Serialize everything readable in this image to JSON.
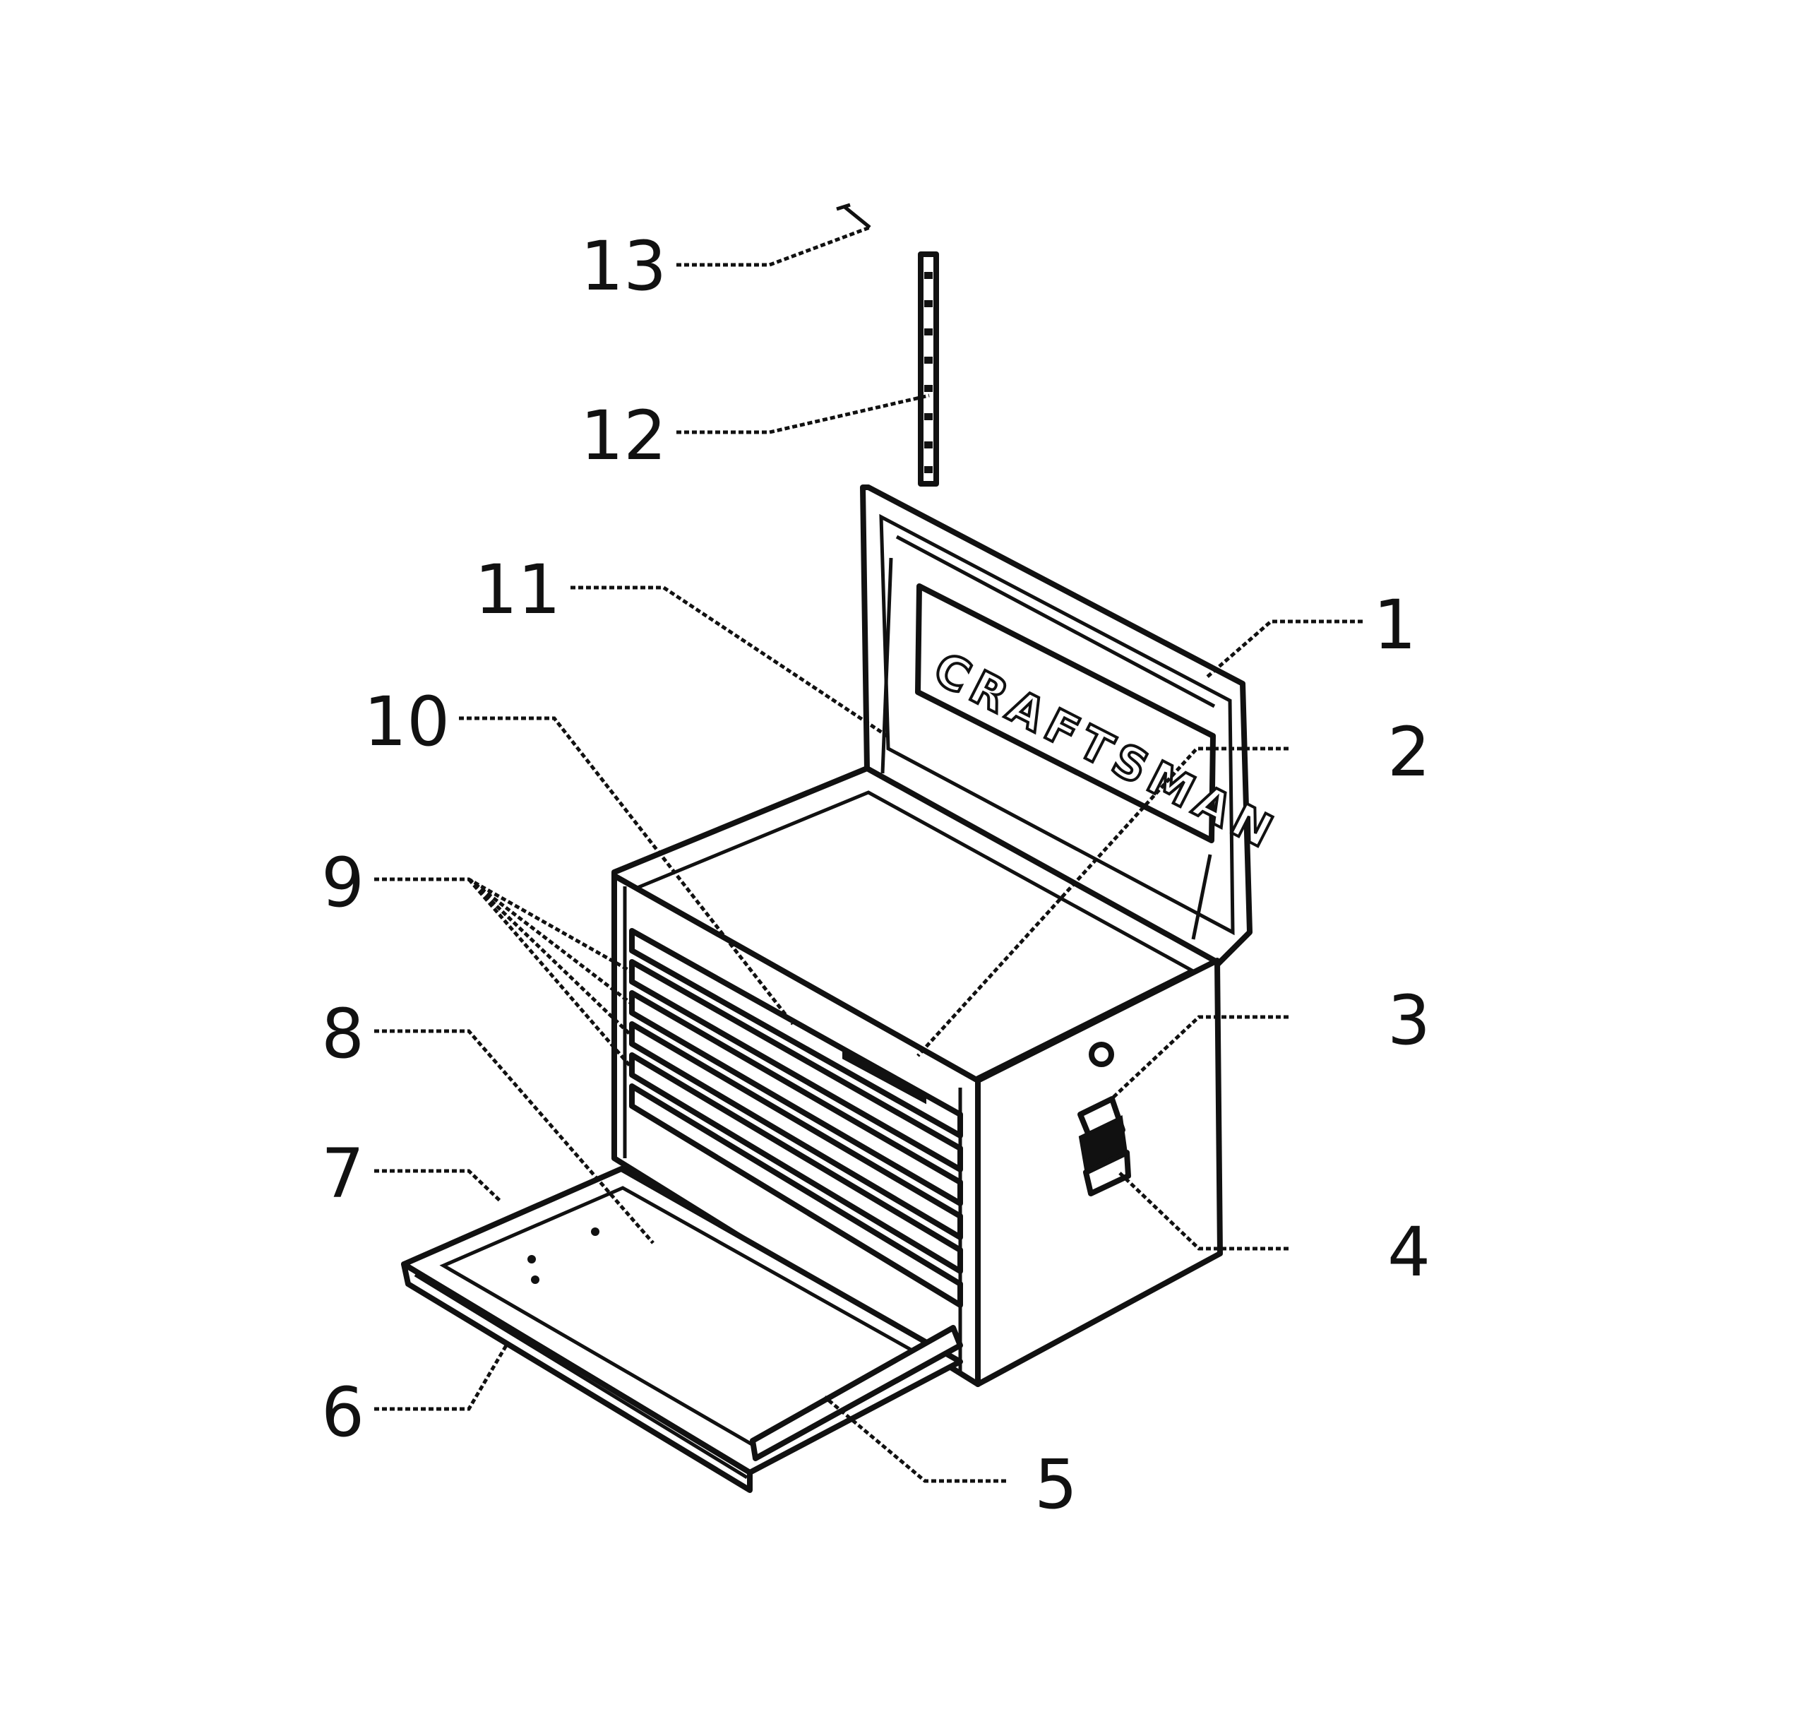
{
  "diagram": {
    "brand": "CRAFTSMAN",
    "callouts": [
      {
        "id": "1",
        "label": "1"
      },
      {
        "id": "2",
        "label": "2"
      },
      {
        "id": "3",
        "label": "3"
      },
      {
        "id": "4",
        "label": "4"
      },
      {
        "id": "5",
        "label": "5"
      },
      {
        "id": "6",
        "label": "6"
      },
      {
        "id": "7",
        "label": "7"
      },
      {
        "id": "8",
        "label": "8"
      },
      {
        "id": "9",
        "label": "9"
      },
      {
        "id": "10",
        "label": "10"
      },
      {
        "id": "11",
        "label": "11"
      },
      {
        "id": "12",
        "label": "12"
      },
      {
        "id": "13",
        "label": "13"
      }
    ]
  }
}
